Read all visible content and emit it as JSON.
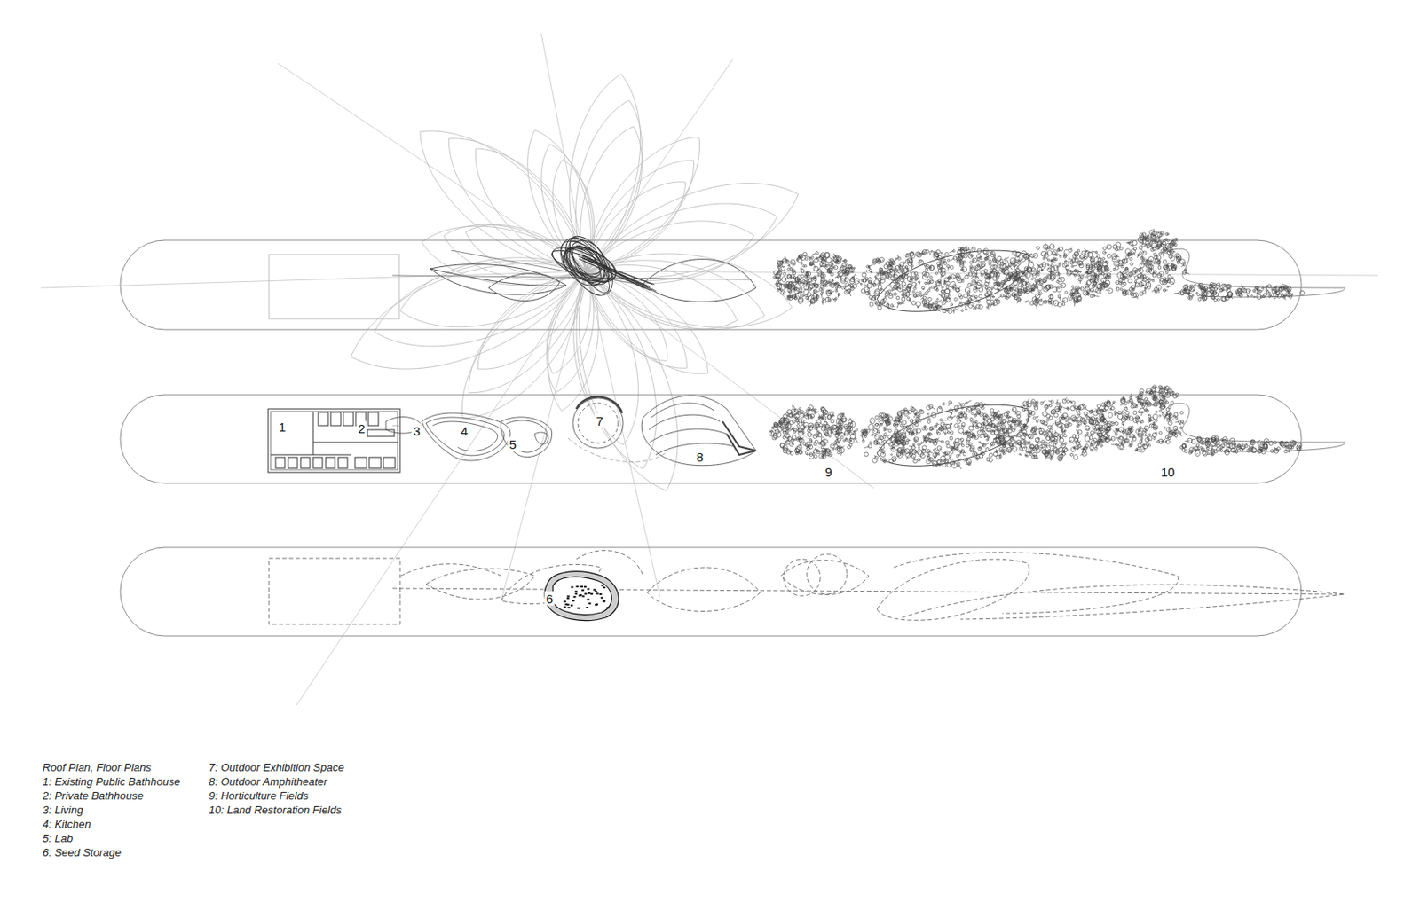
{
  "diagram": {
    "labels": [
      "1",
      "2",
      "3",
      "4",
      "5",
      "7",
      "8",
      "9",
      "10",
      "6",
      "Roof Plan, Floor Plans",
      "1: Existing Public Bathhouse",
      "2: Private Bathhouse",
      "3: Living",
      "4: Kitchen",
      "5: Lab",
      "6: Seed Storage",
      "7: Outdoor Exhibition Space",
      "8: Outdoor Amphitheater",
      "9: Horticulture Fields",
      "10: Land Restoration Fields"
    ]
  }
}
